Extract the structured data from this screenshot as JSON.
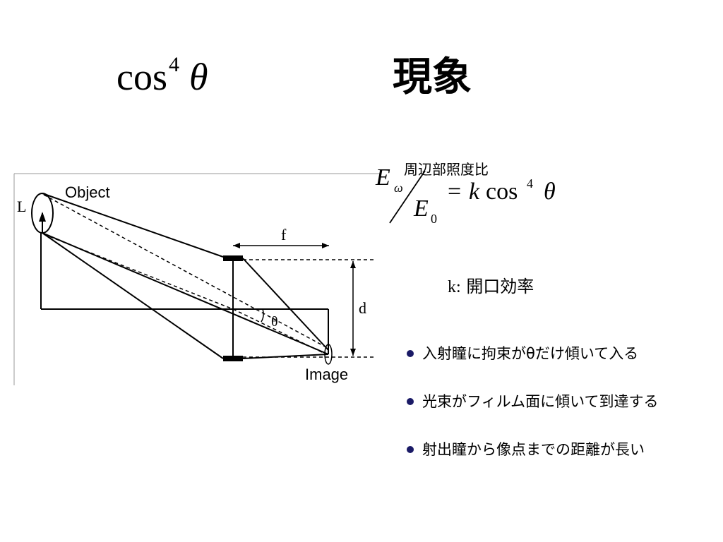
{
  "slide": {
    "title_formula": {
      "base": "cos",
      "exponent": "4",
      "symbol": "θ"
    },
    "title": "現象"
  },
  "diagram": {
    "labels": {
      "L": "L",
      "object": "Object",
      "f": "f",
      "d": "d",
      "theta": "θ",
      "image": "Image"
    }
  },
  "equation": {
    "label": "周辺部照度比",
    "numerator": "E",
    "numerator_sub": "ω",
    "denominator": "E",
    "denominator_sub": "0",
    "rhs_equals": "=",
    "rhs_k": "k",
    "rhs_cos": "cos",
    "rhs_exp": "4",
    "rhs_theta": "θ"
  },
  "k_note": {
    "symbol": "k:",
    "text": "開口効率"
  },
  "bullets": [
    "入射瞳に拘束がθだけ傾いて入る",
    "光束がフィルム面に傾いて到達する",
    "射出瞳から像点までの距離が長い"
  ],
  "colors": {
    "bullet": "#1a1a66",
    "text": "#000000",
    "background": "#ffffff"
  }
}
